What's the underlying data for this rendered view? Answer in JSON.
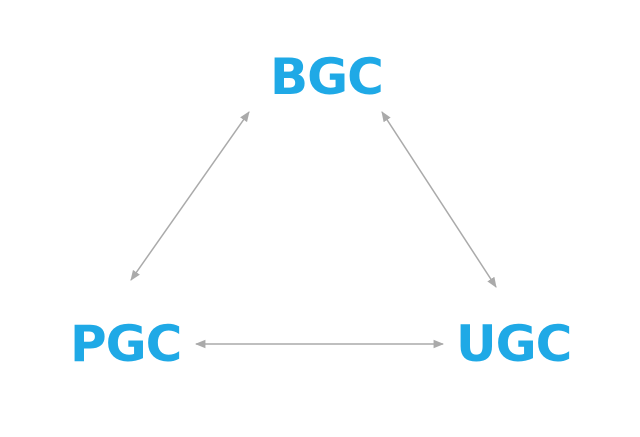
{
  "nodes": {
    "top": "BGC",
    "left": "PGC",
    "right": "UGC"
  },
  "colors": {
    "text": "#1fa9e6",
    "arrow": "#aaaaaa"
  }
}
